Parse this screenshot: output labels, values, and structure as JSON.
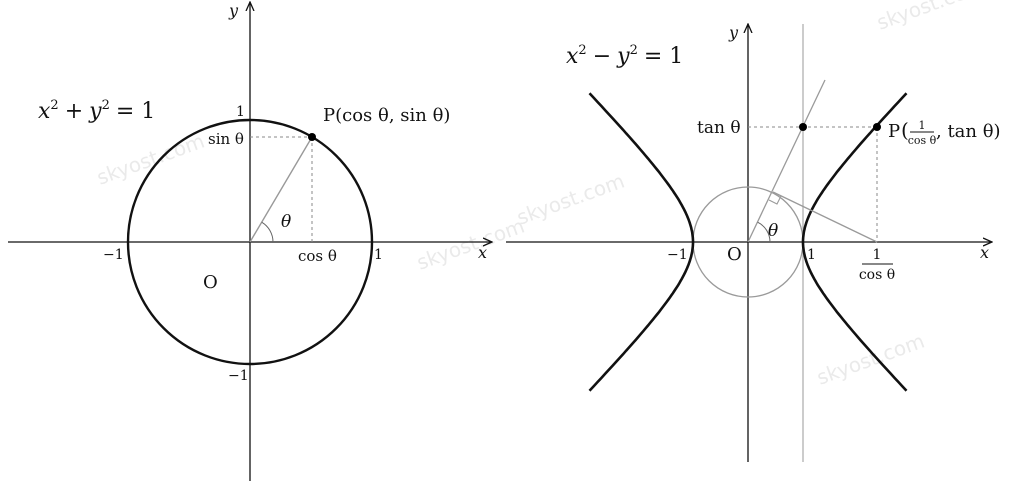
{
  "left": {
    "equation": {
      "x": "x",
      "two_a": "2",
      "plus": "+",
      "y": "y",
      "two_b": "2",
      "eq": "= 1"
    },
    "axis_x": "x",
    "axis_y": "y",
    "tick_neg1_x": "−1",
    "tick_1_x": "1",
    "tick_1_y": "1",
    "tick_neg1_y": "−1",
    "origin": "O",
    "theta": "θ",
    "sin_label": "sin θ",
    "cos_label": "cos θ",
    "point_label": "P(cos θ, sin θ)"
  },
  "right": {
    "equation": {
      "x": "x",
      "two_a": "2",
      "minus": "−",
      "y": "y",
      "two_b": "2",
      "eq": "= 1"
    },
    "axis_x": "x",
    "axis_y": "y",
    "tick_neg1_x": "−1",
    "tick_1_x": "1",
    "origin": "O",
    "theta": "θ",
    "tan_label": "tan θ",
    "sec_num": "1",
    "sec_den": "cos θ",
    "point_prefix": "P",
    "point_frac_num": "1",
    "point_frac_den": "cos θ",
    "point_suffix": ", tan θ)",
    "point_open": "("
  },
  "watermark": "skyost.com"
}
